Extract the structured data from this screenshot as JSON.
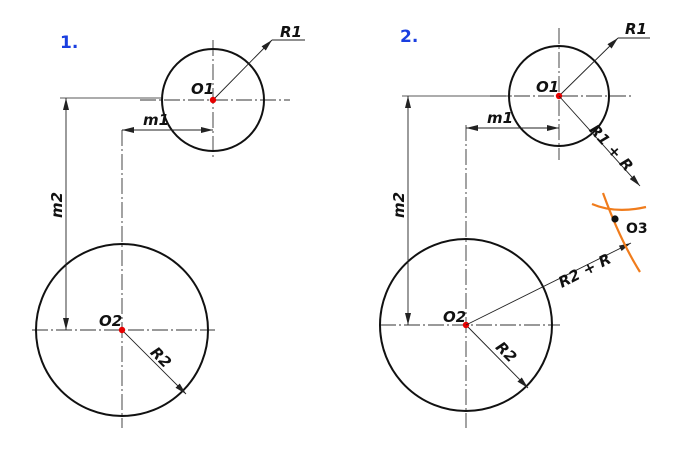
{
  "colors": {
    "ink": "#111111",
    "number": "#1a3fe0",
    "center_point": "#e60000",
    "arc": "#f07c1c"
  },
  "panel1": {
    "number": "1.",
    "center_top": "O1",
    "center_bottom": "O2",
    "radius_top": "R1",
    "radius_bottom": "R2",
    "offset_horizontal": "m1",
    "offset_vertical": "m2"
  },
  "panel2": {
    "number": "2.",
    "center_top": "O1",
    "center_bottom": "O2",
    "center_new": "O3",
    "radius_top": "R1",
    "radius_bottom": "R2",
    "offset_horizontal": "m1",
    "offset_vertical": "m2",
    "radius_sum_top": "R1 + R",
    "radius_sum_bottom": "R2 + R"
  }
}
